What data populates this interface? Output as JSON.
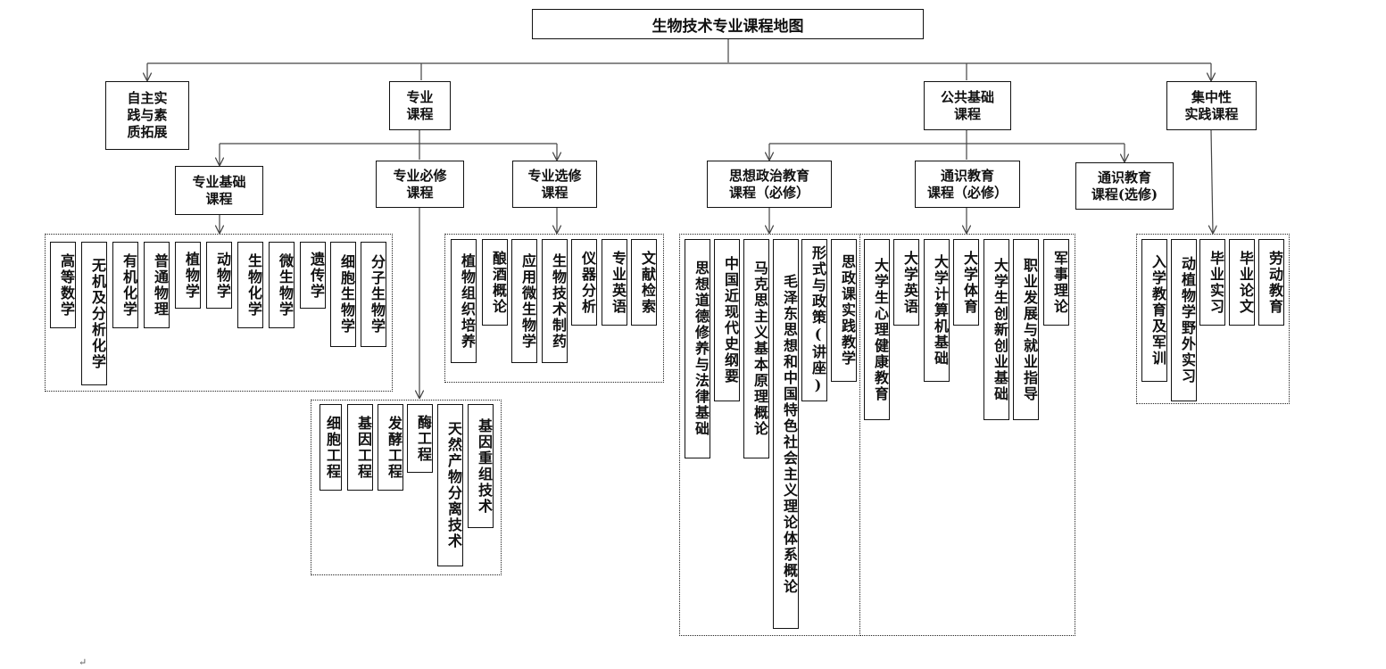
{
  "title": "生物技术专业课程地图",
  "categories": {
    "practice_dev": "自主实\n践与素\n质拓展",
    "major": "专业\n课程",
    "public": "公共基础\n课程",
    "concentrated": "集中性\n实践课程"
  },
  "subcategories": {
    "major_basic": "专业基础\n课程",
    "major_required": "专业必修\n课程",
    "major_elective": "专业选修\n课程",
    "ideology": "思想政治教育\n课程（必修）",
    "general_required": "通识教育\n课程（必修）",
    "general_elective": "通识教育\n课程(选修)"
  },
  "courses": {
    "major_basic": [
      "高等数学",
      "无机及分析化学",
      "有机化学",
      "普通物理",
      "植物学",
      "动物学",
      "生物化学",
      "微生物学",
      "遗传学",
      "细胞生物学",
      "分子生物学"
    ],
    "major_elective": [
      "植物组织培养",
      "酿酒概论",
      "应用微生物学",
      "生物技术制药",
      "仪器分析",
      "专业英语",
      "文献检索"
    ],
    "major_required": [
      "细胞工程",
      "基因工程",
      "发酵工程",
      "酶工程",
      "天然产物分离技术",
      "基因重组技术"
    ],
    "ideology": [
      "思想道德修养与法律基础",
      "中国近现代史纲要",
      "马克思主义基本原理概论",
      "毛泽东思想和中国特色社会主义理论体系概论",
      "形式与政策(讲座)",
      "思政课实践教学"
    ],
    "general_required": [
      "大学生心理健康教育",
      "大学英语",
      "大学计算机基础",
      "大学体育",
      "大学生创新创业基础",
      "职业发展与就业指导",
      "军事理论"
    ],
    "concentrated": [
      "入学教育及军训",
      "动植物学野外实习",
      "毕业实习",
      "毕业论文",
      "劳动教育"
    ]
  },
  "paragraph_mark": "↵",
  "colors": {
    "line": "#444444",
    "border": "#111111"
  }
}
